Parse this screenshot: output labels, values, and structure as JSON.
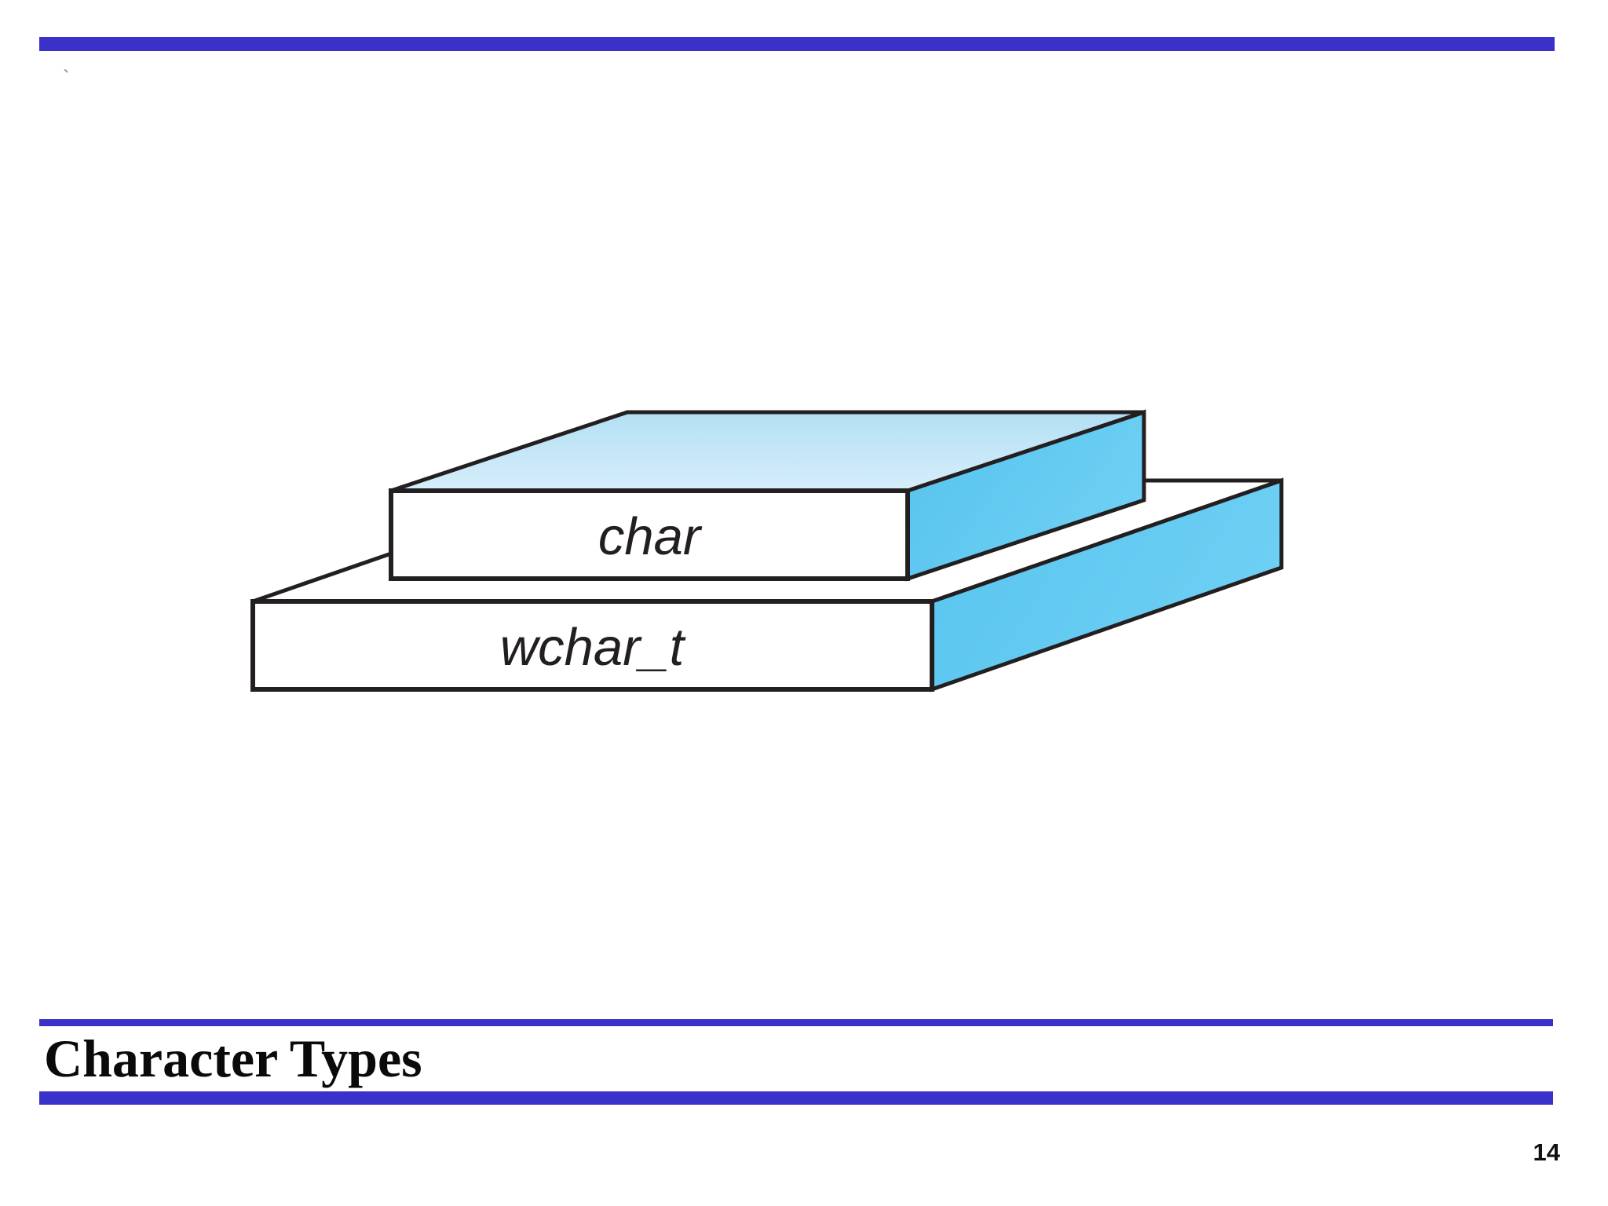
{
  "slide": {
    "title": "Character Types",
    "page_number": "14",
    "stray_mark": "`"
  },
  "diagram": {
    "description": "3D stacked blocks showing character type sizes",
    "top_block_label": "char",
    "bottom_block_label": "wchar_t"
  },
  "colors": {
    "accent_blue": "#3a31cb",
    "slab_top_fill_back": "#b3dff4",
    "slab_top_fill_front": "#d6eefa",
    "slab_side_fill": "#5fc8f0",
    "slab_front_fill": "#ffffff",
    "outline": "#231f20",
    "title_text": "#0a0a0a"
  }
}
